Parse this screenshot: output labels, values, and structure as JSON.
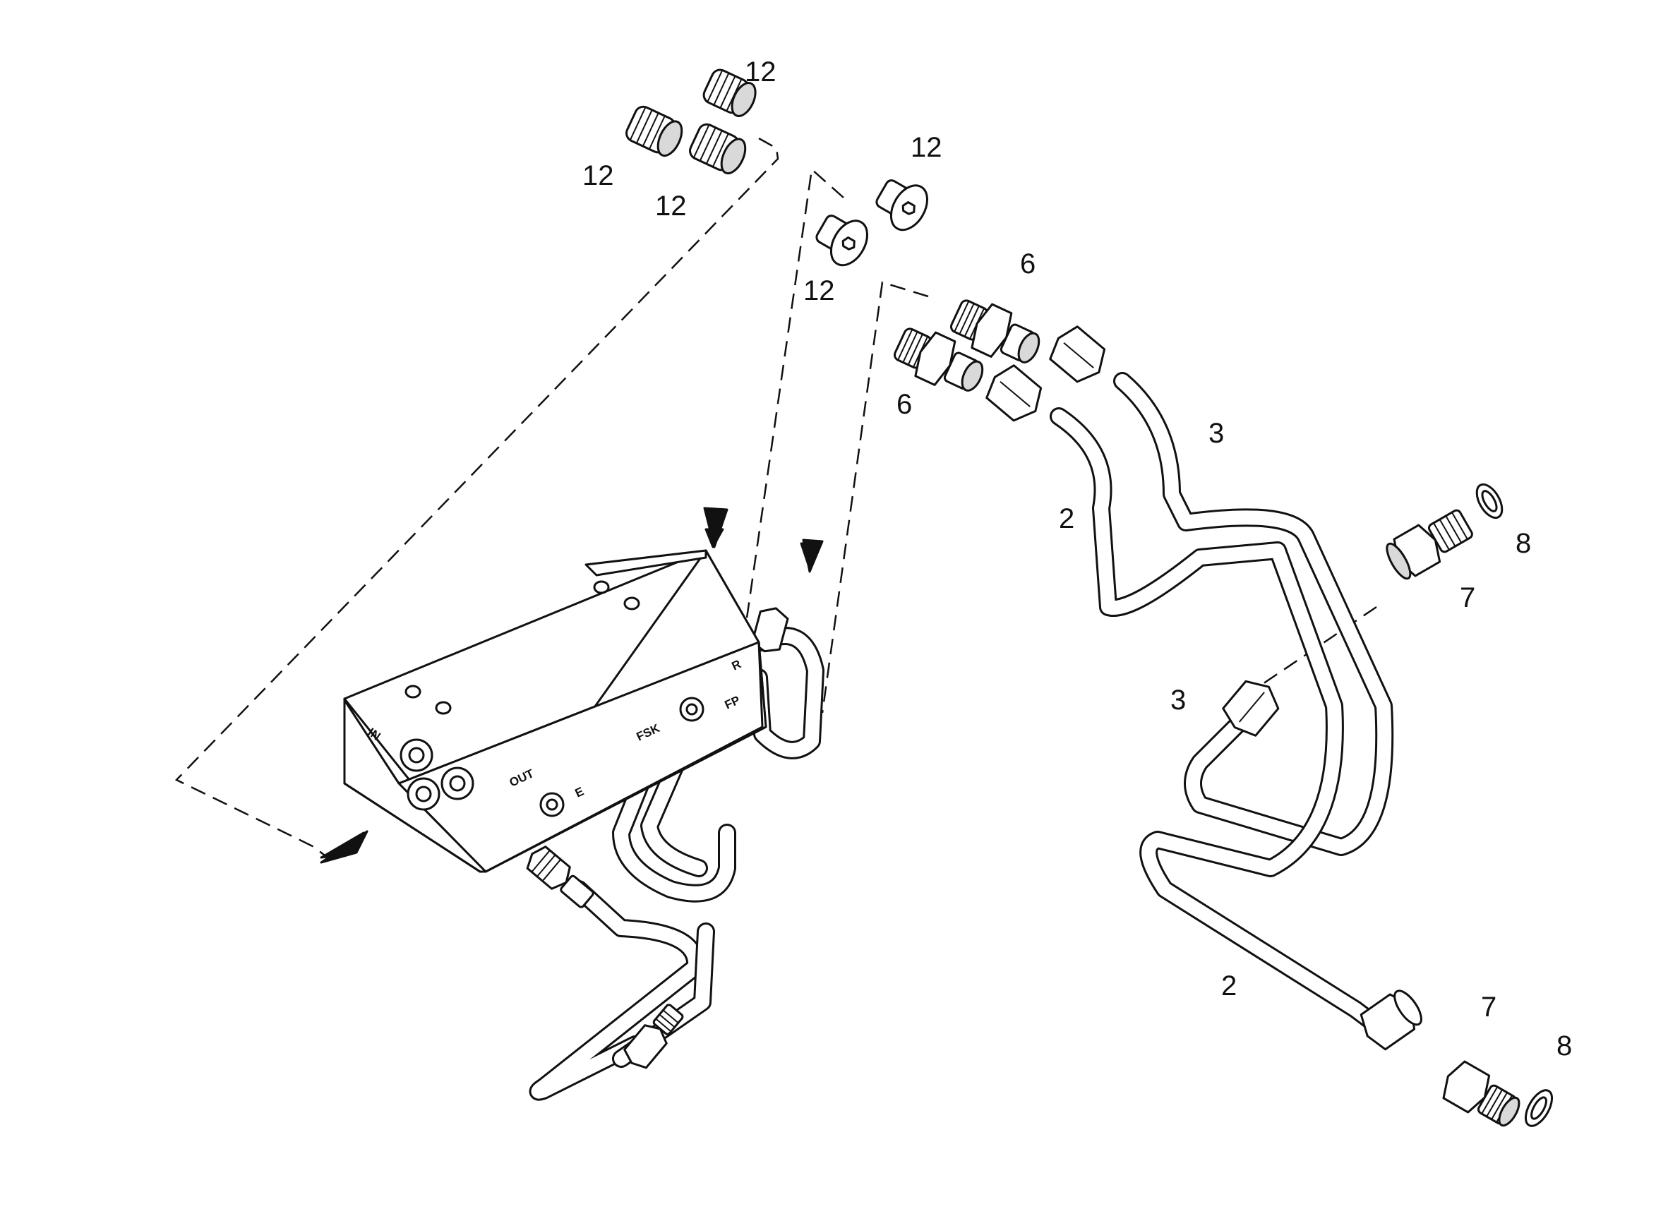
{
  "diagram": {
    "callouts": [
      {
        "id": "c12a",
        "text": "12"
      },
      {
        "id": "c12b",
        "text": "12"
      },
      {
        "id": "c12c",
        "text": "12"
      },
      {
        "id": "c12d",
        "text": "12"
      },
      {
        "id": "c12e",
        "text": "12"
      },
      {
        "id": "c6a",
        "text": "6"
      },
      {
        "id": "c6b",
        "text": "6"
      },
      {
        "id": "c3a",
        "text": "3"
      },
      {
        "id": "c3b",
        "text": "3"
      },
      {
        "id": "c2a",
        "text": "2"
      },
      {
        "id": "c2b",
        "text": "2"
      },
      {
        "id": "c7a",
        "text": "7"
      },
      {
        "id": "c7b",
        "text": "7"
      },
      {
        "id": "c8a",
        "text": "8"
      },
      {
        "id": "c8b",
        "text": "8"
      }
    ],
    "port_labels": {
      "in": "IN",
      "out": "OUT",
      "e": "E",
      "fsk": "FSK",
      "fp": "FP",
      "r": "R"
    }
  }
}
